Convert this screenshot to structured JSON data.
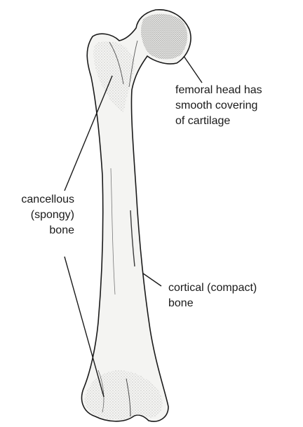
{
  "labels": {
    "femoral_head": {
      "lines": [
        "femoral head has",
        "smooth covering",
        "of cartilage"
      ]
    },
    "cancellous": {
      "lines": [
        "cancellous",
        "(spongy)",
        "bone"
      ]
    },
    "cortical": {
      "lines": [
        "cortical (compact)",
        "bone"
      ]
    }
  },
  "colors": {
    "outline": "#1a1a1a",
    "shading": "#8a8a8a",
    "bone_fill": "#f4f4f2",
    "text": "#1a1a1a"
  }
}
